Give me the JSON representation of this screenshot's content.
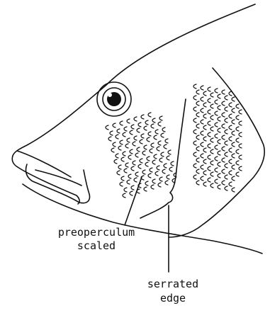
{
  "labels": {
    "preoperculum_line1": "preoperculum",
    "preoperculum_line2": "scaled",
    "serrated_line1": "serrated",
    "serrated_line2": "edge"
  },
  "colors": {
    "ink": "#111111",
    "background": "#ffffff"
  }
}
